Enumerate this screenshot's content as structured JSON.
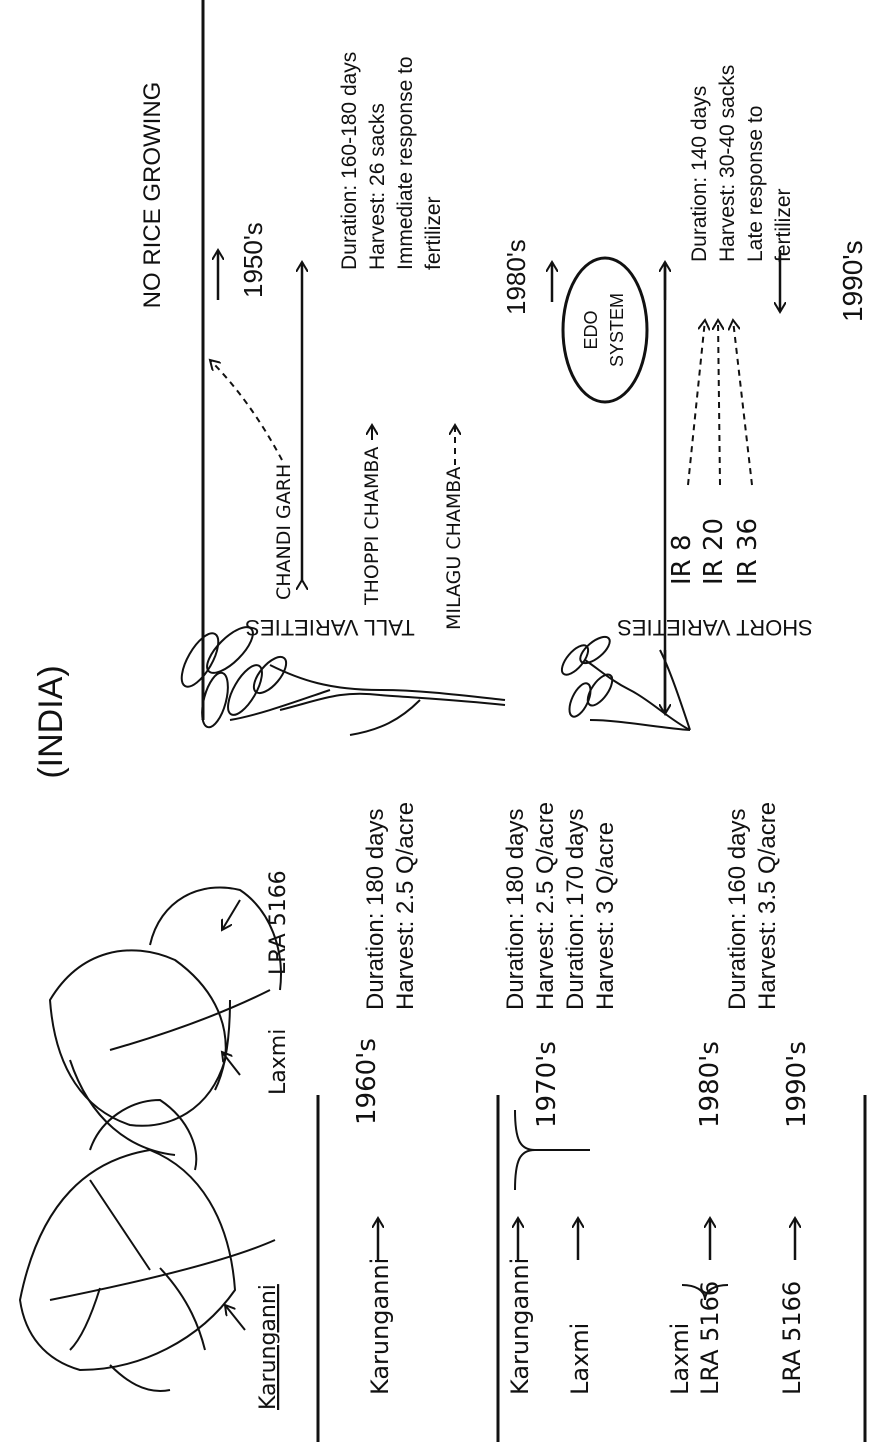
{
  "title": "(INDIA)",
  "rice": {
    "no_rice": "NO RICE GROWING",
    "decades": [
      "1950's",
      "1980's",
      "1990's"
    ],
    "period1": {
      "duration": "Duration:  160-180 days",
      "harvest": "Harvest:  26 sacks",
      "response1": "Immediate response to",
      "response2": "fertilizer"
    },
    "period2": {
      "duration": "Duration:  140 days",
      "harvest": "Harvest:  30-40 sacks",
      "response1": "Late response to",
      "response2": "fertilizer"
    },
    "edo": [
      "EDO",
      "SYSTEM"
    ],
    "tall_label": "TALL VARIETIES",
    "short_label": "SHORT VARIETIES",
    "tall_varieties": [
      "CHANDI GARH",
      "THOPPI CHAMBA",
      "MILAGU CHAMBA"
    ],
    "short_varieties": [
      "IR 8",
      "IR 20",
      "IR 36"
    ]
  },
  "cotton": {
    "leaf_name": "Karunganni",
    "leaf2_labels": [
      "Laxmi",
      "LRA 5166"
    ],
    "decades": [
      "1960's",
      "1970's",
      "1980's",
      "1990's"
    ],
    "stats": {
      "s1960": {
        "duration": "Duration:  180 days",
        "harvest": "Harvest:  2.5 Q/acre"
      },
      "s1970a": {
        "duration": "Duration:  180 days",
        "harvest": "Harvest:  2.5 Q/acre"
      },
      "s1970b": {
        "duration": "Duration:  170 days",
        "harvest": "Harvest:  3 Q/acre"
      },
      "s1990": {
        "duration": "Duration:  160 days",
        "harvest": "Harvest:  3.5 Q/acre"
      }
    },
    "varieties": [
      "Karunganni",
      "Karunganni",
      "Laxmi",
      "Laxmi",
      "LRA 5166",
      "LRA 5166"
    ]
  }
}
